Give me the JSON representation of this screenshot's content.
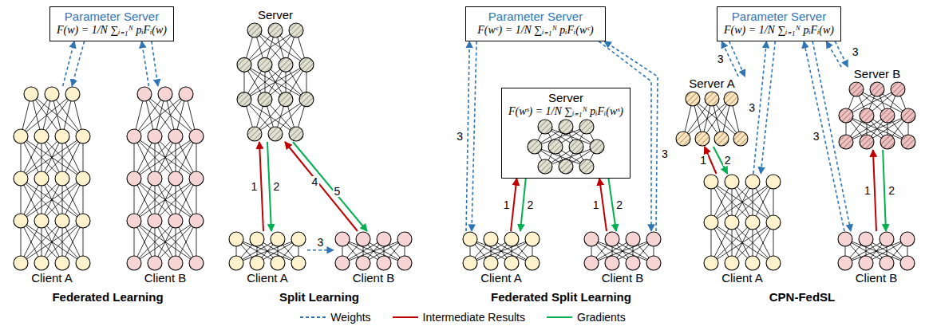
{
  "diagram": {
    "nodes": [
      {
        "text": [
          "Parameter Server",
          "F(w) = 1/N ∑ᵢ₌₁ᴺ pᵢFᵢ(w)"
        ]
      },
      {
        "text": [
          "Client A"
        ]
      },
      {
        "text": [
          "Client B"
        ]
      },
      {
        "text": [
          "Server"
        ]
      },
      {
        "text": [
          "Client A"
        ]
      },
      {
        "text": [
          "Client B"
        ]
      },
      {
        "text": [
          "Parameter Server",
          "F(wᶜ) = 1/N ∑ᵢ₌₁ᴺ pᵢFᵢ(wᶜ)"
        ]
      },
      {
        "text": [
          "Server",
          "F(wˢ) = 1/N ∑ᵢ₌₁ᴺ pᵢFᵢ(wˢ)"
        ]
      },
      {
        "text": [
          "Client A"
        ]
      },
      {
        "text": [
          "Client B"
        ]
      },
      {
        "text": [
          "Parameter Server",
          "F(w) = 1/N ∑ᵢ₌₁ᴺ pᵢFᵢ(w)"
        ]
      },
      {
        "text": [
          "Server A"
        ]
      },
      {
        "text": [
          "Server B"
        ]
      },
      {
        "text": [
          "Client A"
        ]
      },
      {
        "text": [
          "Client B"
        ]
      }
    ],
    "edges": [
      {
        "from": 1,
        "to": 0,
        "arrow": "to"
      },
      {
        "from": 0,
        "to": 1,
        "arrow": "to"
      },
      {
        "from": 2,
        "to": 0,
        "arrow": "to"
      },
      {
        "from": 0,
        "to": 2,
        "arrow": "to"
      },
      {
        "from": 4,
        "to": 3,
        "label": "1",
        "arrow": "to"
      },
      {
        "from": 3,
        "to": 4,
        "label": "2",
        "arrow": "to"
      },
      {
        "from": 4,
        "to": 5,
        "label": "3",
        "arrow": "to"
      },
      {
        "from": 5,
        "to": 3,
        "label": "4",
        "arrow": "to"
      },
      {
        "from": 3,
        "to": 5,
        "label": "5",
        "arrow": "to"
      },
      {
        "from": 8,
        "to": 6,
        "label": "3",
        "arrow": "to"
      },
      {
        "from": 6,
        "to": 8,
        "arrow": "to"
      },
      {
        "from": 8,
        "to": 7,
        "label": "1",
        "arrow": "to"
      },
      {
        "from": 7,
        "to": 8,
        "label": "2",
        "arrow": "to"
      },
      {
        "from": 9,
        "to": 7,
        "label": "1",
        "arrow": "to"
      },
      {
        "from": 7,
        "to": 9,
        "label": "2",
        "arrow": "to"
      },
      {
        "from": 9,
        "to": 6,
        "label": "3",
        "arrow": "to"
      },
      {
        "from": 6,
        "to": 9,
        "arrow": "to"
      },
      {
        "from": 11,
        "to": 10,
        "label": "3",
        "arrow": "to"
      },
      {
        "from": 10,
        "to": 11,
        "arrow": "to"
      },
      {
        "from": 12,
        "to": 10,
        "label": "3",
        "arrow": "to"
      },
      {
        "from": 10,
        "to": 12,
        "arrow": "to"
      },
      {
        "from": 13,
        "to": 10,
        "label": "3",
        "arrow": "to"
      },
      {
        "from": 10,
        "to": 13,
        "arrow": "to"
      },
      {
        "from": 14,
        "to": 10,
        "label": "3",
        "arrow": "to"
      },
      {
        "from": 10,
        "to": 14,
        "arrow": "to"
      },
      {
        "from": 13,
        "to": 11,
        "label": "1",
        "arrow": "to"
      },
      {
        "from": 11,
        "to": 13,
        "label": "2",
        "arrow": "to"
      },
      {
        "from": 14,
        "to": 12,
        "label": "1",
        "arrow": "to"
      },
      {
        "from": 12,
        "to": 14,
        "label": "2",
        "arrow": "to"
      }
    ],
    "labels": [
      "Federated Learning",
      "Split Learning",
      "Federated Split Learning",
      "CPN-FedSL"
    ],
    "legend": [
      {
        "text": "Weights"
      },
      {
        "text": "Intermediate Results"
      },
      {
        "text": "Gradients"
      }
    ]
  }
}
